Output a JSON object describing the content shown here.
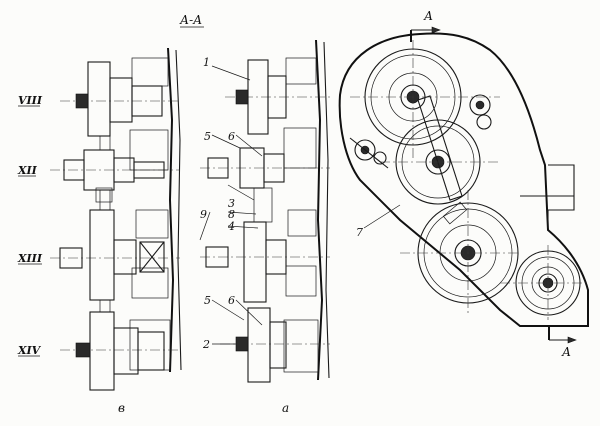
{
  "section_title": "А-А",
  "section_marks": {
    "top": "А",
    "bottom": "А"
  },
  "axes": [
    "VIII",
    "XII",
    "XIII",
    "XIV"
  ],
  "callouts": {
    "c1": "1",
    "c2": "2",
    "c3": "3",
    "c4": "4",
    "c5a": "5",
    "c5b": "5",
    "c6a": "6",
    "c6b": "6",
    "c7": "7",
    "c8": "8",
    "c9": "9"
  },
  "subfigures": {
    "left": "в",
    "middle": "а"
  }
}
